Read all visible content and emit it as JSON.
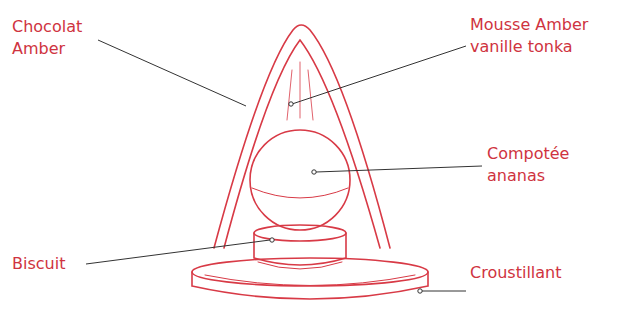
{
  "diagram": {
    "labels": [
      "Chocolat Amber",
      "Mousse Amber vanille tonka",
      "Compotée ananas",
      "Biscuit",
      "Croustillant"
    ]
  }
}
